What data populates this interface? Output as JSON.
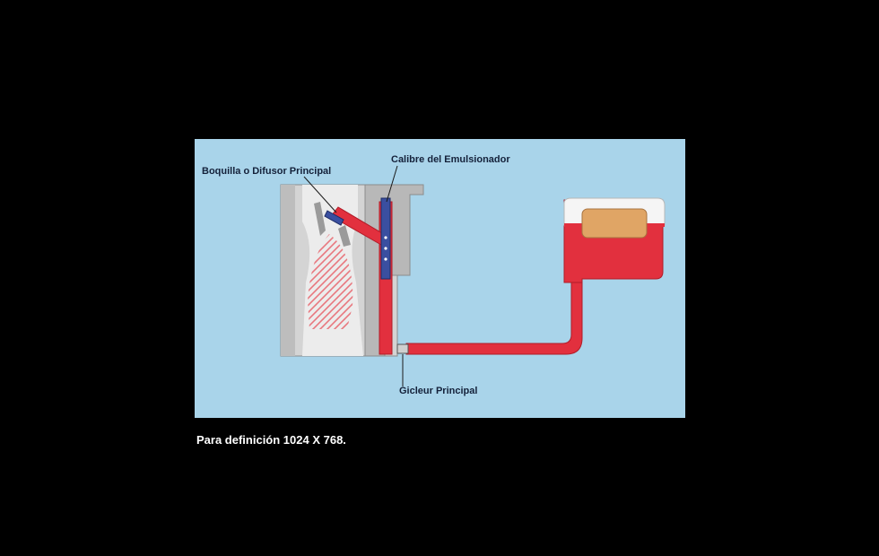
{
  "diagram": {
    "labels": {
      "boquilla": "Boquilla o Difusor Principal",
      "calibre": "Calibre del Emulsionador",
      "gicleur": "Gicleur Principal"
    },
    "colors": {
      "background": "#a9d4ea",
      "fuel": "#e2303e",
      "body": "#cfcfcf",
      "float": "#e0a565"
    }
  },
  "caption": "Para definición 1024 X 768."
}
